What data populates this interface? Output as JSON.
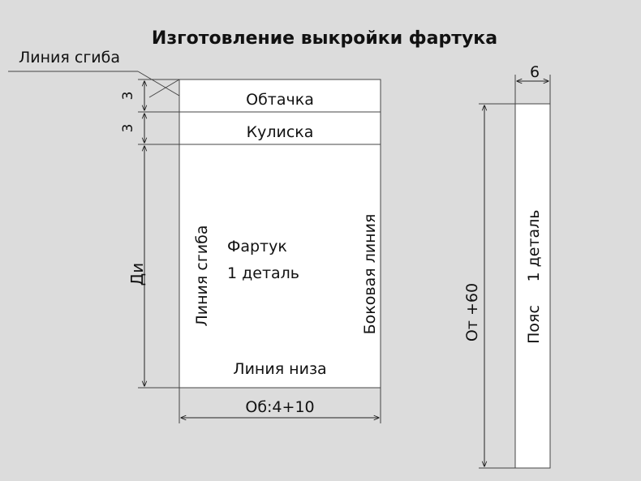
{
  "title": "Изготовление выкройки фартука",
  "labels": {
    "fold_line_top": "Линия сгиба",
    "facing": "Обтачка",
    "drawstring_channel": "Кулиска",
    "fold_line_vertical": "Линия сгиба",
    "apron_name": "Фартук",
    "apron_count": "1 деталь",
    "side_line": "Боковая линия",
    "hem_line": "Линия низа",
    "belt_name": "Пояс",
    "belt_count": "1 деталь"
  },
  "dimensions": {
    "facing_height": "3",
    "channel_height": "3",
    "apron_length": "Ди",
    "apron_width": "Об:4+10",
    "belt_length": "От +60",
    "belt_width": "6"
  },
  "colors": {
    "background": "#dcdcdc",
    "pattern_fill": "#ffffff",
    "line": "#222222",
    "text": "#111111"
  }
}
